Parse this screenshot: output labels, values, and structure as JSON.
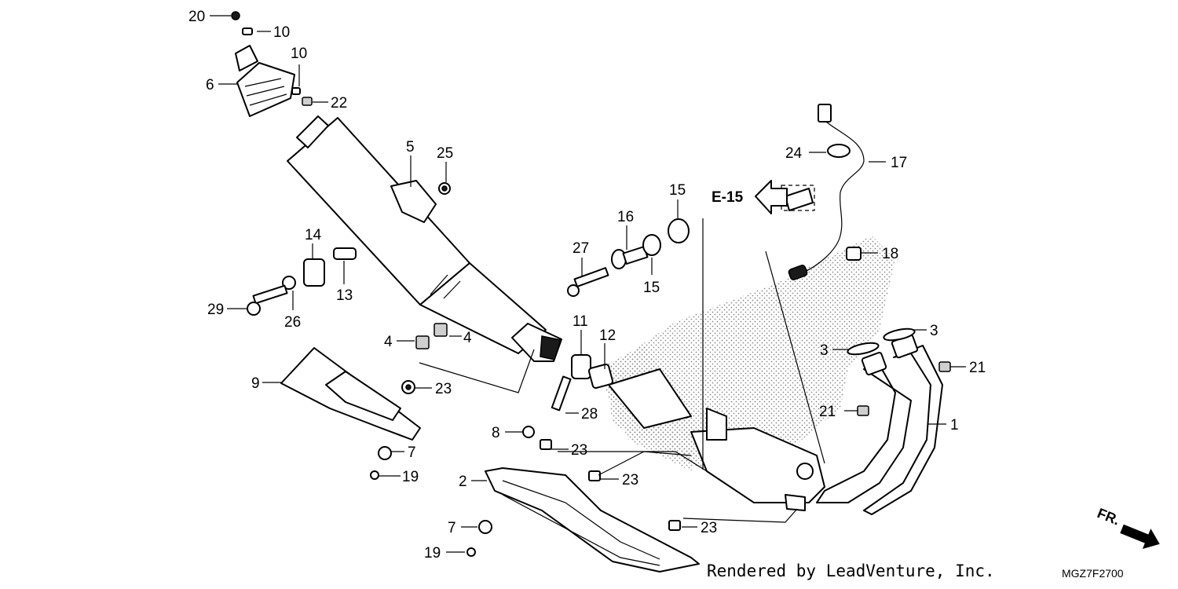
{
  "diagram": {
    "callouts": [
      {
        "id": "c20",
        "text": "20"
      },
      {
        "id": "c10a",
        "text": "10"
      },
      {
        "id": "c10b",
        "text": "10"
      },
      {
        "id": "c6",
        "text": "6"
      },
      {
        "id": "c22",
        "text": "22"
      },
      {
        "id": "c5",
        "text": "5"
      },
      {
        "id": "c25",
        "text": "25"
      },
      {
        "id": "c14",
        "text": "14"
      },
      {
        "id": "c13",
        "text": "13"
      },
      {
        "id": "c29",
        "text": "29"
      },
      {
        "id": "c26",
        "text": "26"
      },
      {
        "id": "c4a",
        "text": "4"
      },
      {
        "id": "c4b",
        "text": "4"
      },
      {
        "id": "c9",
        "text": "9"
      },
      {
        "id": "c23a",
        "text": "23"
      },
      {
        "id": "c7a",
        "text": "7"
      },
      {
        "id": "c19a",
        "text": "19"
      },
      {
        "id": "c11",
        "text": "11"
      },
      {
        "id": "c12",
        "text": "12"
      },
      {
        "id": "c28",
        "text": "28"
      },
      {
        "id": "c8",
        "text": "8"
      },
      {
        "id": "c23b",
        "text": "23"
      },
      {
        "id": "c23c",
        "text": "23"
      },
      {
        "id": "c2",
        "text": "2"
      },
      {
        "id": "c7b",
        "text": "7"
      },
      {
        "id": "c19b",
        "text": "19"
      },
      {
        "id": "c23d",
        "text": "23"
      },
      {
        "id": "c27",
        "text": "27"
      },
      {
        "id": "c16",
        "text": "16"
      },
      {
        "id": "c15a",
        "text": "15"
      },
      {
        "id": "c15b",
        "text": "15"
      },
      {
        "id": "c24",
        "text": "24"
      },
      {
        "id": "c17",
        "text": "17"
      },
      {
        "id": "c18",
        "text": "18"
      },
      {
        "id": "c3a",
        "text": "3"
      },
      {
        "id": "c3b",
        "text": "3"
      },
      {
        "id": "c21a",
        "text": "21"
      },
      {
        "id": "c21b",
        "text": "21"
      },
      {
        "id": "c1",
        "text": "1"
      }
    ],
    "reference_label": "E-15",
    "direction_label": "FR.",
    "diagram_code": "MGZ7F2700",
    "footer": "Rendered by LeadVenture, Inc."
  }
}
